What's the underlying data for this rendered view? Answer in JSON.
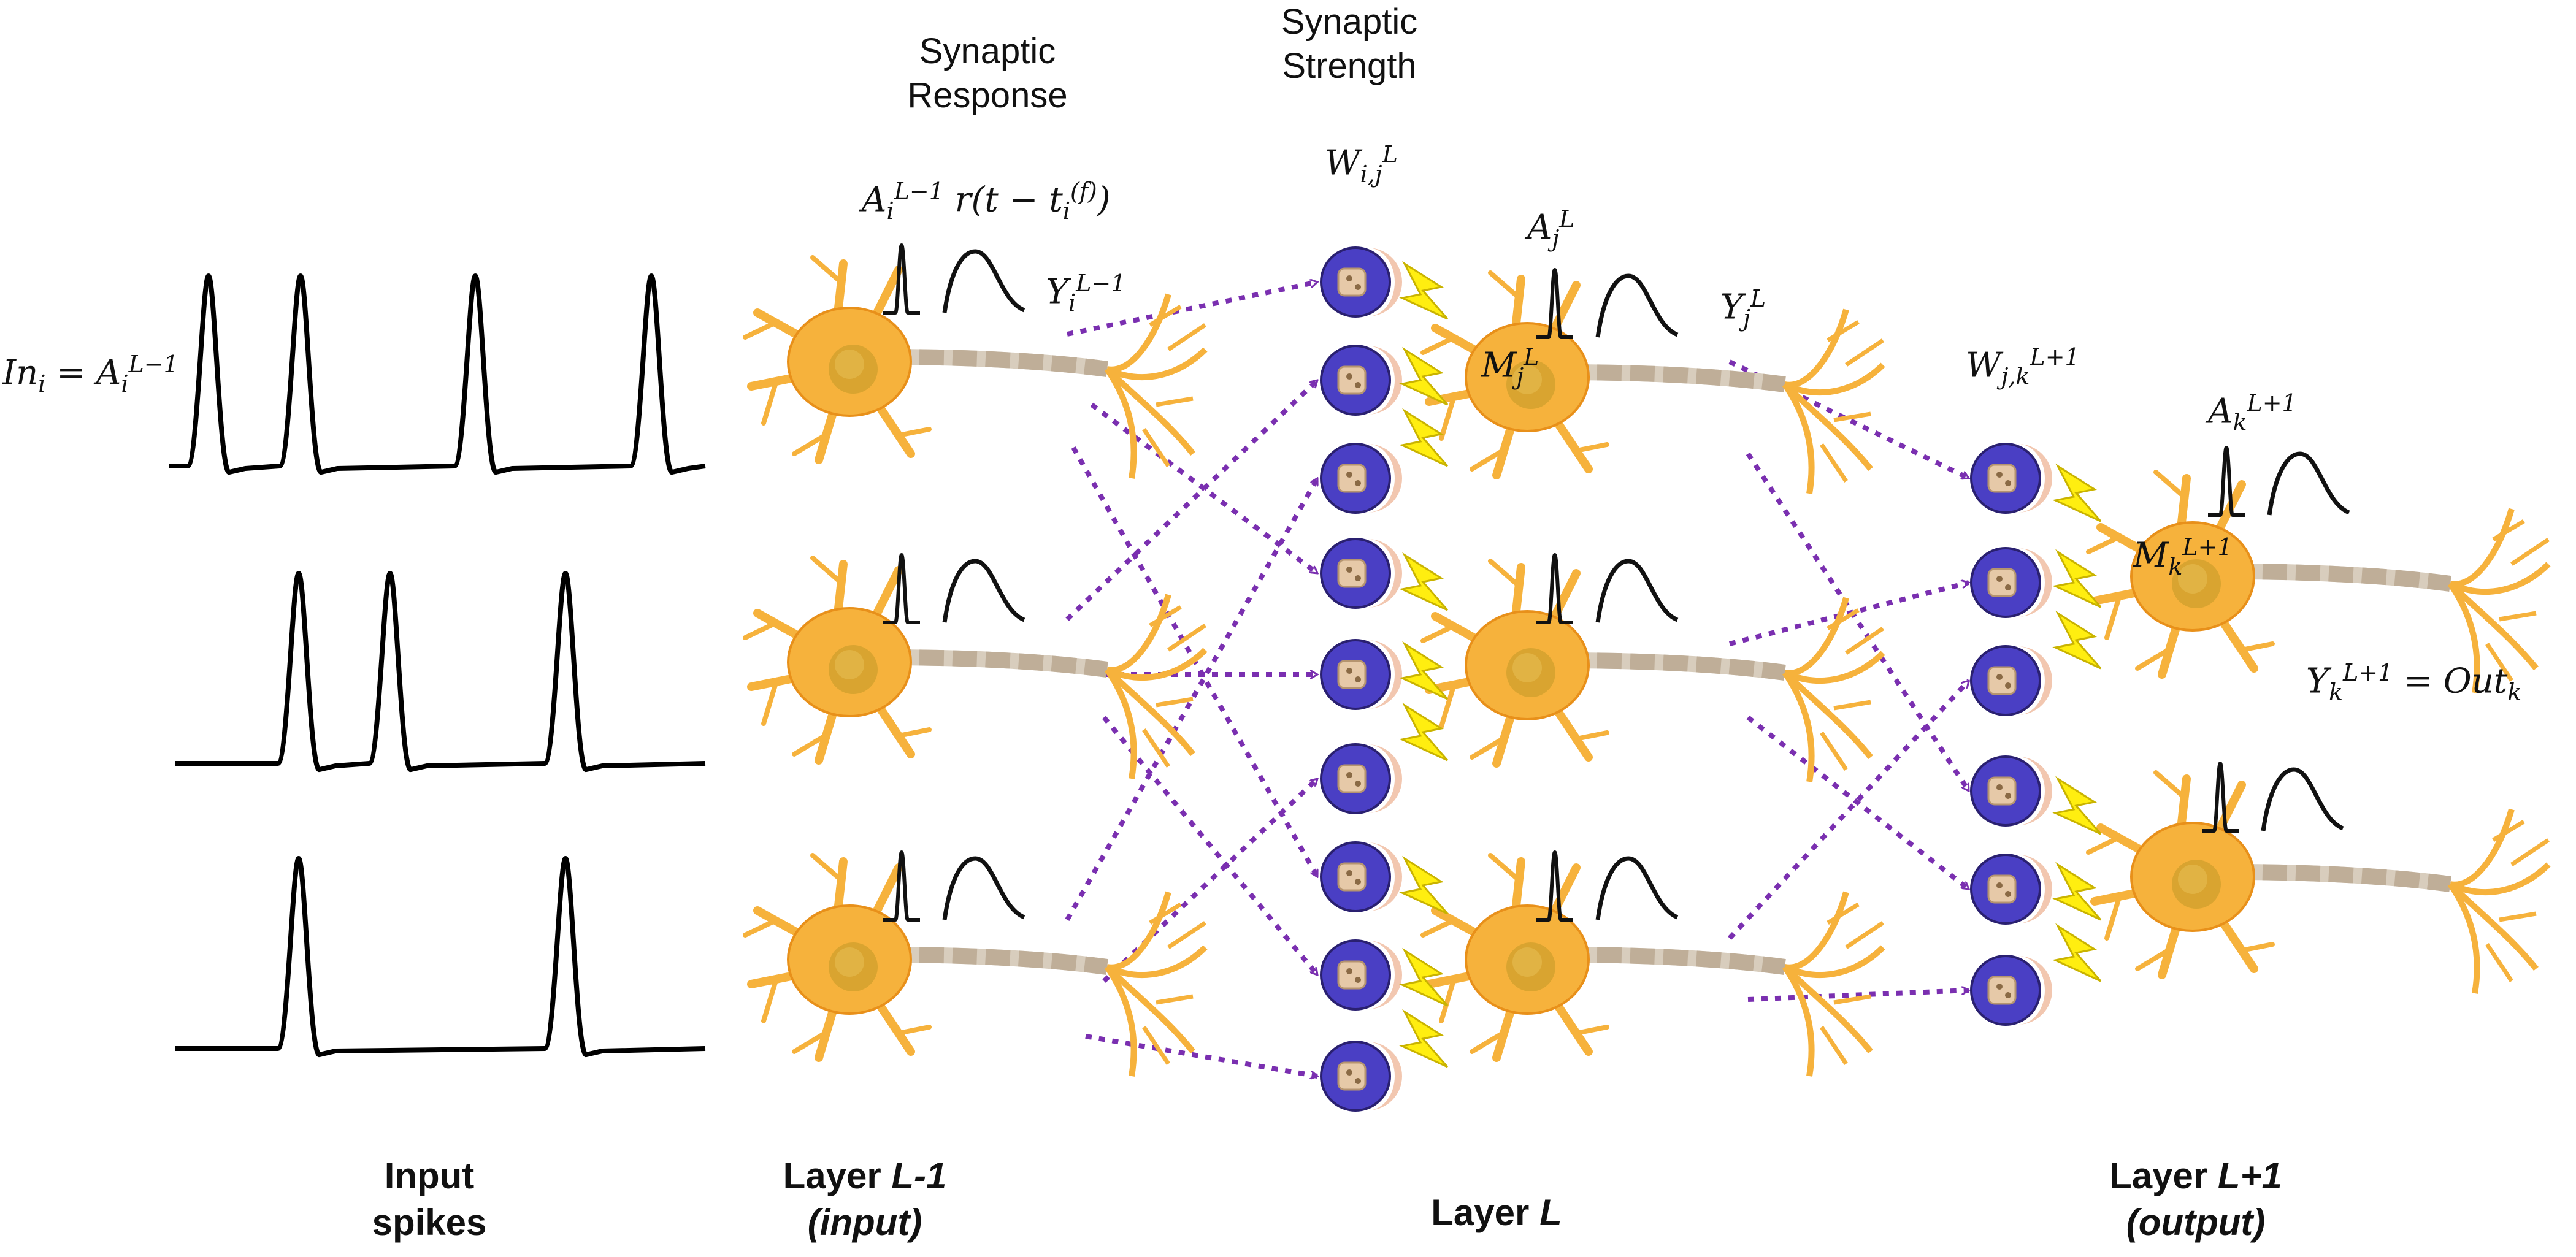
{
  "headers": {
    "synaptic_response": "Synaptic Response",
    "synaptic_strength": "Synaptic Strength"
  },
  "bottom_labels": {
    "input_spikes": "Input spikes",
    "layer_prev_a": "Layer ",
    "layer_prev_b": "L-1",
    "layer_prev_c": "(input)",
    "layer_cur_a": "Layer ",
    "layer_cur_b": "L",
    "layer_next_a": "Layer ",
    "layer_next_b": "L+1",
    "layer_next_c": "(output)"
  },
  "math": {
    "in_i": "In",
    "sub_i": "i",
    "eq": " = ",
    "A": "A",
    "W": "W",
    "Y": "Y",
    "M": "M",
    "r_of_t": "r(t − t",
    "f_sup": "(f)",
    "close_paren": ")",
    "sup_Lm1": "L−1",
    "sup_L": "L",
    "sup_Lp1": "L+1",
    "sub_j": "j",
    "sub_k": "k",
    "sub_ij": "i,j",
    "sub_jk": "j,k",
    "out": "Out"
  },
  "colors": {
    "neuron_body": "#f6b23c",
    "neuron_dark": "#e8901a",
    "nucleus": "#d9a430",
    "synapse_blue": "#4a3fc4",
    "synapse_pink": "#f2c7b0",
    "connection_purple": "#7a2fb0",
    "bolt": "#ffee10",
    "spike": "#000000"
  },
  "icons": [
    "neuron-icon",
    "synapse-icon",
    "lightning-bolt-icon",
    "spike-train",
    "response-kernel-icon"
  ]
}
